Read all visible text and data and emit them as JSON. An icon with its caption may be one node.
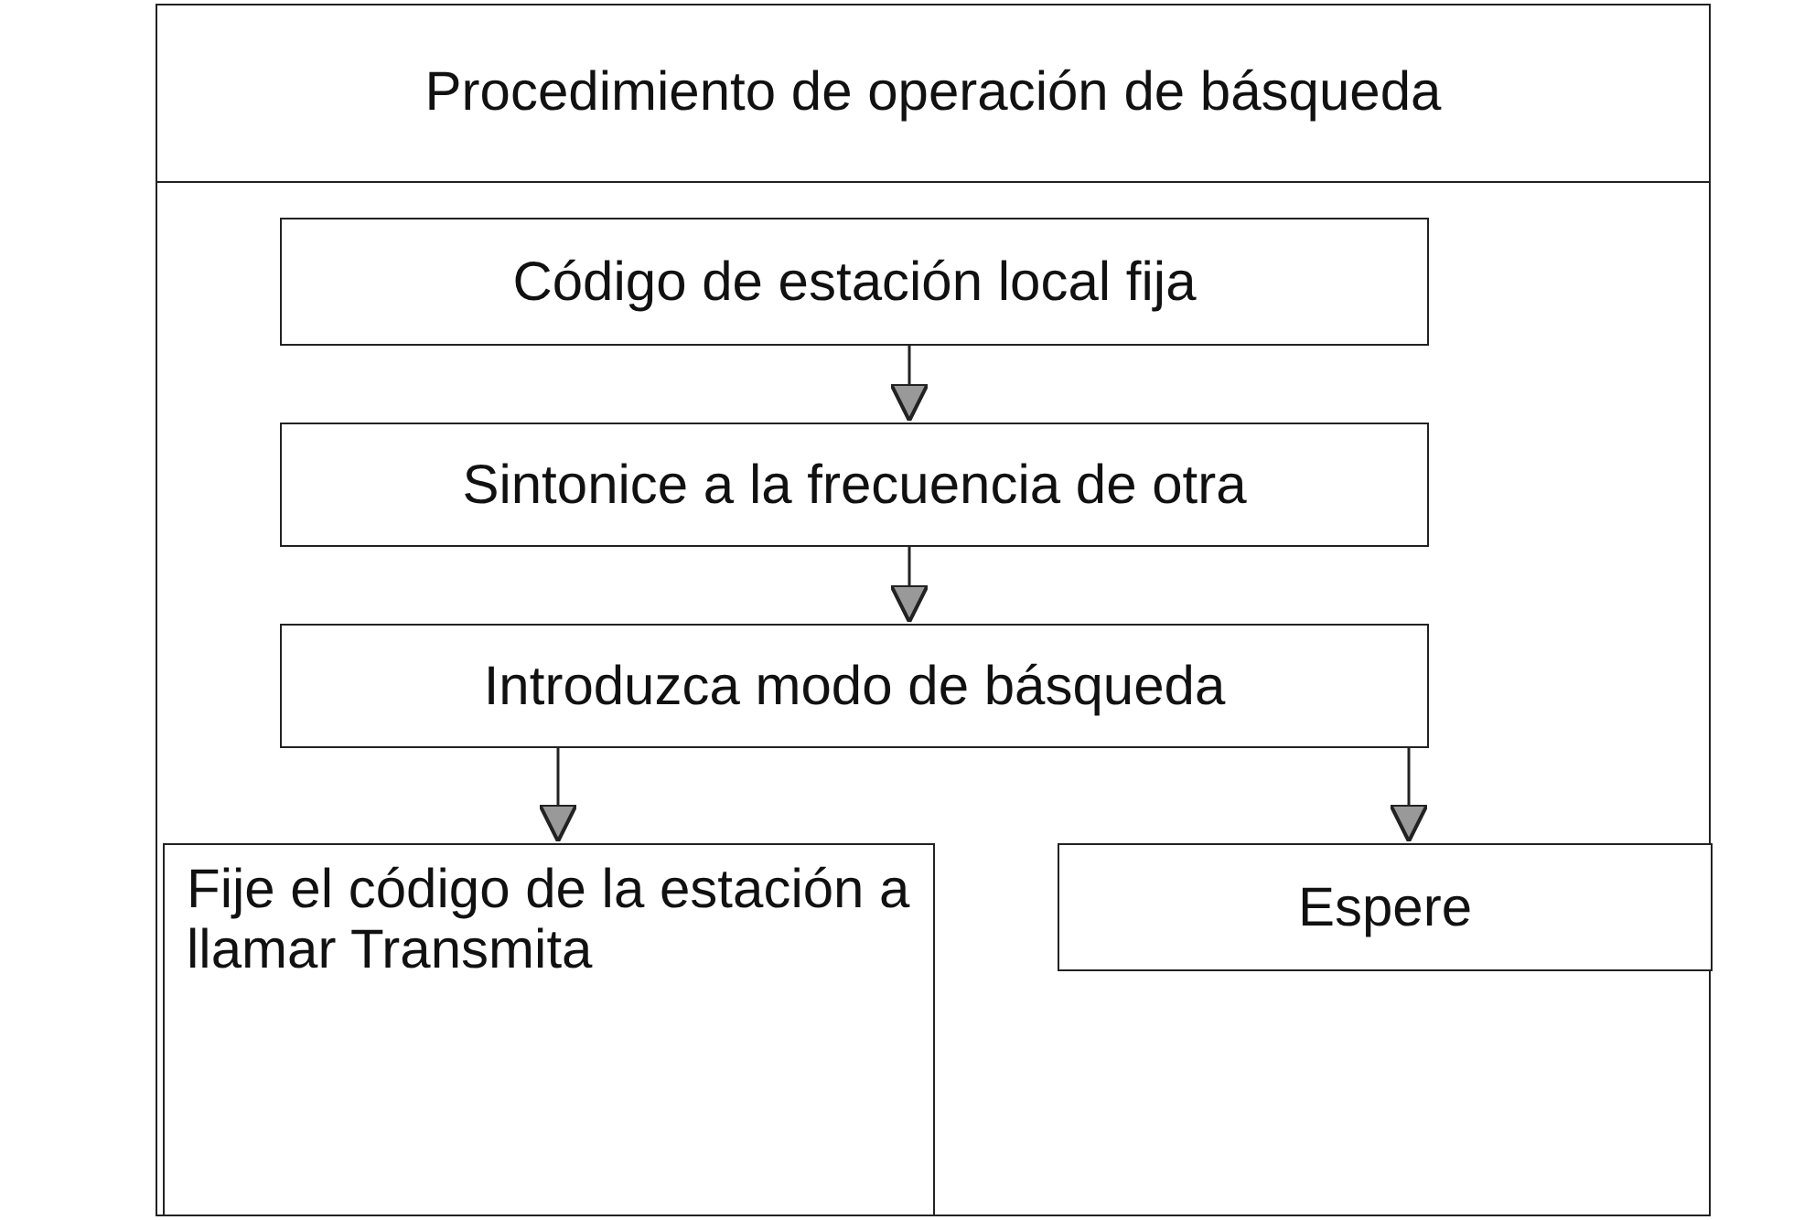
{
  "diagram": {
    "nodes": [
      {
        "text": [
          "Procedimiento de operación de básqueda"
        ]
      },
      {
        "text": [
          "Código de estación local fija"
        ],
        "in": 0
      },
      {
        "text": [
          "Sintonice a la frecuencia de otra"
        ],
        "in": 0
      },
      {
        "text": [
          "Introduzca modo de básqueda"
        ],
        "in": 0
      },
      {
        "text": [
          "Fije el código de la estación a llamar Transmita"
        ],
        "in": 0
      },
      {
        "text": [
          "Espere"
        ],
        "in": 0
      }
    ],
    "edges": [
      {
        "from": 1,
        "to": 2,
        "arrow": "to"
      },
      {
        "from": 2,
        "to": 3,
        "arrow": "to"
      },
      {
        "from": 3,
        "to": 4,
        "arrow": "to"
      },
      {
        "from": 3,
        "to": 5,
        "arrow": "to"
      }
    ]
  }
}
